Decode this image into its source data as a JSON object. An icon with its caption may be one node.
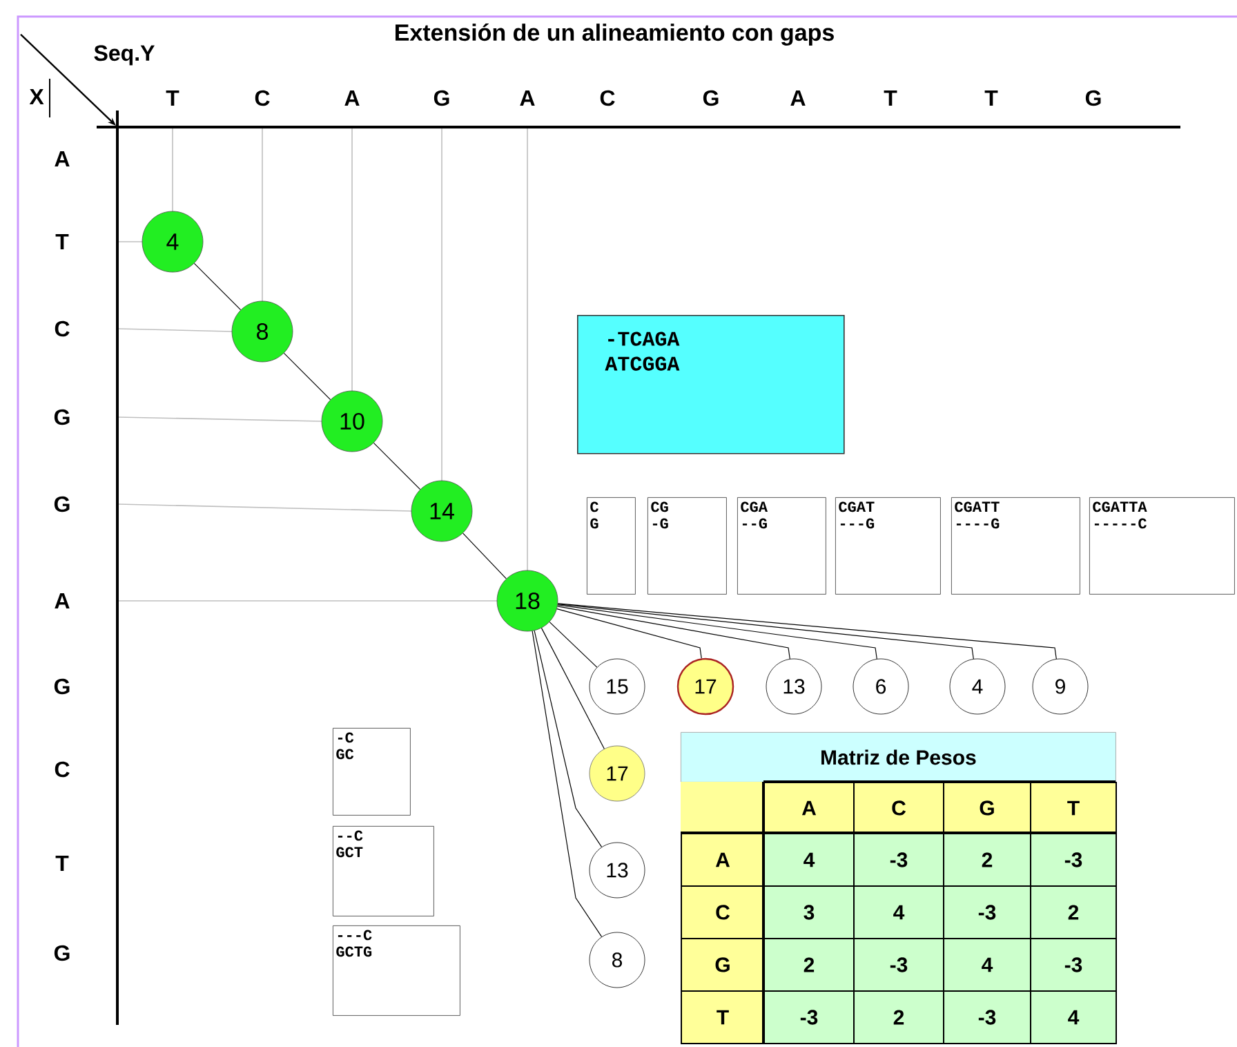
{
  "diagram": {
    "title": "Extensión de un alineamiento con gaps",
    "nodes": [
      {
        "text": [
          "4"
        ]
      },
      {
        "text": [
          "8"
        ]
      },
      {
        "text": [
          "10"
        ]
      },
      {
        "text": [
          "14"
        ]
      },
      {
        "text": [
          "18"
        ]
      },
      {
        "text": [
          "15"
        ]
      },
      {
        "text": [
          "17"
        ]
      },
      {
        "text": [
          "13"
        ]
      },
      {
        "text": [
          "6"
        ]
      },
      {
        "text": [
          "4"
        ]
      },
      {
        "text": [
          "9"
        ]
      },
      {
        "text": [
          "17"
        ]
      },
      {
        "text": [
          "13"
        ]
      },
      {
        "text": [
          "8"
        ]
      },
      {
        "text": [
          "-TCAGA",
          "ATCGGA"
        ]
      },
      {
        "text": [
          "C",
          "G"
        ]
      },
      {
        "text": [
          "CG",
          "-G"
        ]
      },
      {
        "text": [
          "CGA",
          "--G"
        ]
      },
      {
        "text": [
          "CGAT",
          "---G"
        ]
      },
      {
        "text": [
          "CGATT",
          "----G"
        ]
      },
      {
        "text": [
          "CGATTA",
          "-----C"
        ]
      },
      {
        "text": [
          "-C",
          "GC"
        ]
      },
      {
        "text": [
          "--C",
          "GCT"
        ]
      },
      {
        "text": [
          "---C",
          "GCTG"
        ]
      }
    ],
    "edges": [
      {
        "from": 0,
        "to": 1,
        "arrow": "none"
      },
      {
        "from": 1,
        "to": 2,
        "arrow": "none"
      },
      {
        "from": 2,
        "to": 3,
        "arrow": "none"
      },
      {
        "from": 3,
        "to": 4,
        "arrow": "none"
      },
      {
        "from": 4,
        "to": 5,
        "arrow": "none"
      },
      {
        "from": 4,
        "to": 6,
        "arrow": "none"
      },
      {
        "from": 4,
        "to": 7,
        "arrow": "none"
      },
      {
        "from": 4,
        "to": 8,
        "arrow": "none"
      },
      {
        "from": 4,
        "to": 9,
        "arrow": "none"
      },
      {
        "from": 4,
        "to": 10,
        "arrow": "none"
      },
      {
        "from": 4,
        "to": 11,
        "arrow": "none"
      },
      {
        "from": 4,
        "to": 12,
        "arrow": "none"
      },
      {
        "from": 4,
        "to": 13,
        "arrow": "none"
      }
    ],
    "labels": [
      "Seq.Y",
      "X",
      "T",
      "C",
      "A",
      "G",
      "A",
      "C",
      "G",
      "A",
      "T",
      "T",
      "G",
      "A",
      "T",
      "C",
      "G",
      "G",
      "A",
      "G",
      "C",
      "T",
      "G",
      "Matriz de Pesos",
      "A",
      "C",
      "G",
      "T",
      "A",
      "4",
      "-3",
      "2",
      "-3",
      "C",
      "3",
      "4",
      "-3",
      "2",
      "G",
      "2",
      "-3",
      "4",
      "-3",
      "T",
      "-3",
      "2",
      "-3",
      "4"
    ]
  }
}
